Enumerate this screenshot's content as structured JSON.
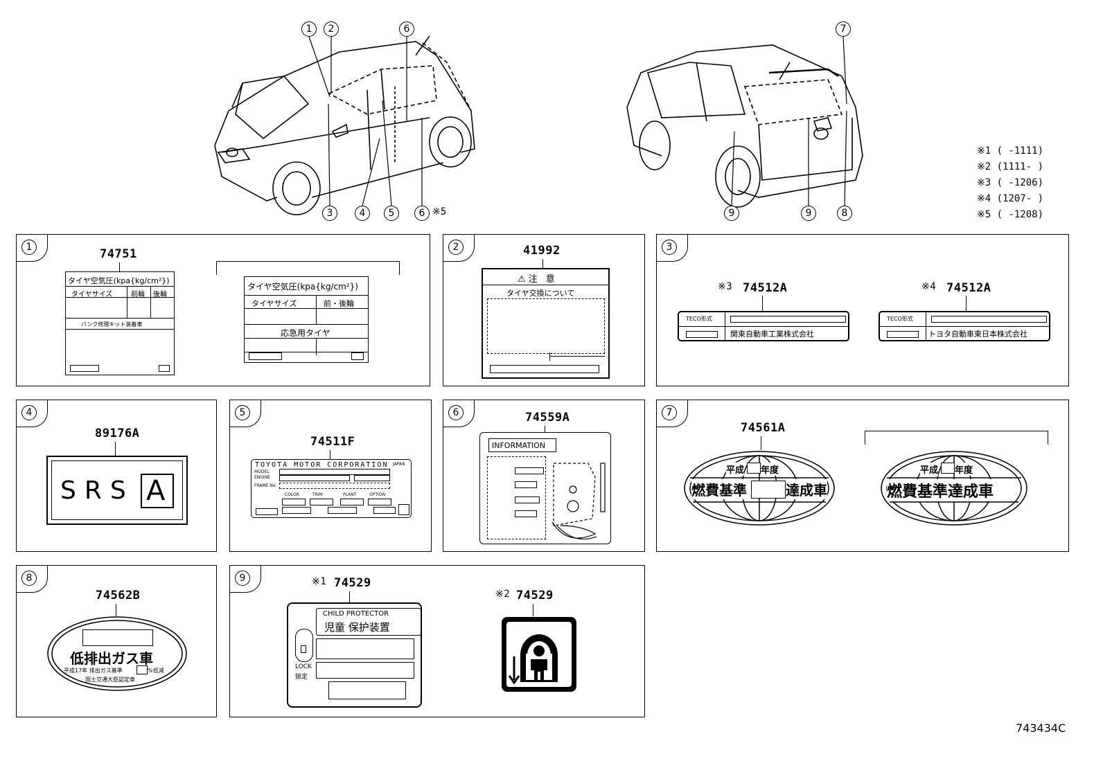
{
  "callouts_top": {
    "c1": "1",
    "c2": "2",
    "c3": "3",
    "c4": "4",
    "c5": "5",
    "c6a": "6",
    "c6b": "6",
    "c6b_note": "※5",
    "c7": "7",
    "c8": "8",
    "c9a": "9",
    "c9b": "9"
  },
  "notes": [
    "※1 (      -1111)",
    "※2 (1111-      )",
    "※3 (      -1206)",
    "※4 (1207-      )",
    "※5 (      -1208)"
  ],
  "panels": {
    "p1": {
      "index": "1",
      "part": "74751",
      "labelA": {
        "title": "タイヤ空気圧(kpa{kg/cm²})",
        "col1": "タイヤサイズ",
        "col2": "前輪",
        "col3": "後輪",
        "row": "パンク修理キット装着車"
      },
      "labelB": {
        "title": "タイヤ空気圧(kpa{kg/cm²})",
        "col1": "タイヤサイズ",
        "col2": "前・後輪",
        "row": "応急用タイヤ"
      }
    },
    "p2": {
      "index": "2",
      "part": "41992",
      "caution": "⚠注 意",
      "sub": "タイヤ交換について"
    },
    "p3": {
      "index": "3",
      "a": {
        "note": "※3",
        "part": "74512A",
        "tag": "TECO形式",
        "maker": "関東自動車工業株式会社"
      },
      "b": {
        "note": "※4",
        "part": "74512A",
        "tag": "TECO形式",
        "maker": "トヨタ自動車東日本株式会社"
      }
    },
    "p4": {
      "index": "4",
      "part": "89176A",
      "srs": "SRS",
      "letter": "A"
    },
    "p5": {
      "index": "5",
      "part": "74511F",
      "corp": "TOYOTA MOTOR CORPORATION",
      "japan": "JAPAN",
      "model": "MODEL",
      "engine": "ENGINE",
      "frame": "FRAME No.",
      "color": "COLOR",
      "trim": "TRIM",
      "plant": "PLANT",
      "option": "OPTION"
    },
    "p6": {
      "index": "6",
      "part": "74559A",
      "info": "INFORMATION"
    },
    "p7": {
      "index": "7",
      "part": "74561A",
      "a": {
        "top": "平成",
        "top2": "年度",
        "main1": "燃費基準",
        "main2": "達成車"
      },
      "b": {
        "top": "平成",
        "top2": "年度",
        "main": "燃費基準達成車"
      }
    },
    "p8": {
      "index": "8",
      "part": "74562B",
      "main": "低排出ガス車",
      "line1a": "平成17年 排出ガス基準",
      "line1b": "%低減",
      "line2": "国土交通大臣認定車"
    },
    "p9": {
      "index": "9",
      "a": {
        "note": "※1",
        "part": "74529",
        "en": "CHILD PROTECTOR",
        "jp": "児童 保护装置",
        "lock1": "LOCK",
        "lock2": "锁定"
      },
      "b": {
        "note": "※2",
        "part": "74529"
      }
    }
  },
  "figure_id": "743434C"
}
